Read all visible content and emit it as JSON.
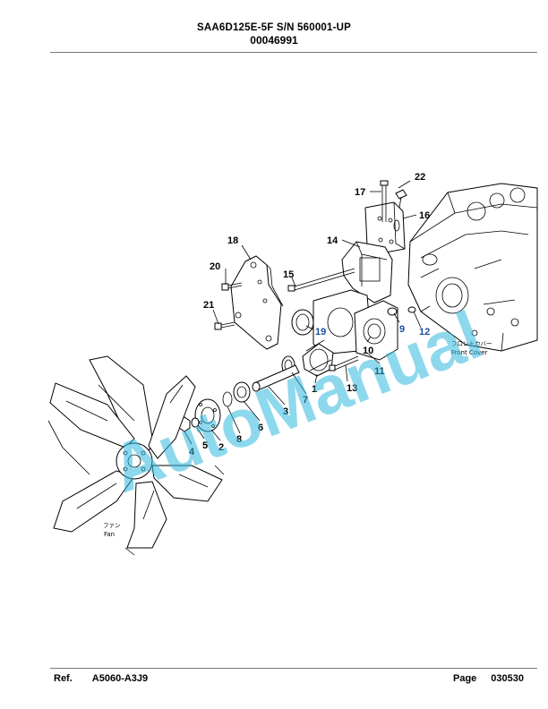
{
  "header": {
    "model": "SAA6D125E-5F S/N 560001-UP",
    "part_number": "00046991"
  },
  "callouts": {
    "c1": "1",
    "c2": "2",
    "c3": "3",
    "c4": "4",
    "c5": "5",
    "c6": "6",
    "c7": "7",
    "c8": "8",
    "c9": "9",
    "c10": "10",
    "c11": "11",
    "c12": "12",
    "c13": "13",
    "c14": "14",
    "c15": "15",
    "c16": "16",
    "c17": "17",
    "c18": "18",
    "c19": "19",
    "c20": "20",
    "c21": "21",
    "c22": "22"
  },
  "labels": {
    "front_cover_jp": "フロントカバー",
    "front_cover_en": "Front Cover",
    "fan_jp": "ファン",
    "fan_en": "Fan"
  },
  "watermark": "AutoManual",
  "colors": {
    "watermark": "#2fb8df",
    "callout_blue": "#1c4fa0",
    "line": "#000000"
  },
  "footer": {
    "ref_label": "Ref.",
    "ref_value": "A5060-A3J9",
    "page_label": "Page",
    "page_value": "030530"
  }
}
